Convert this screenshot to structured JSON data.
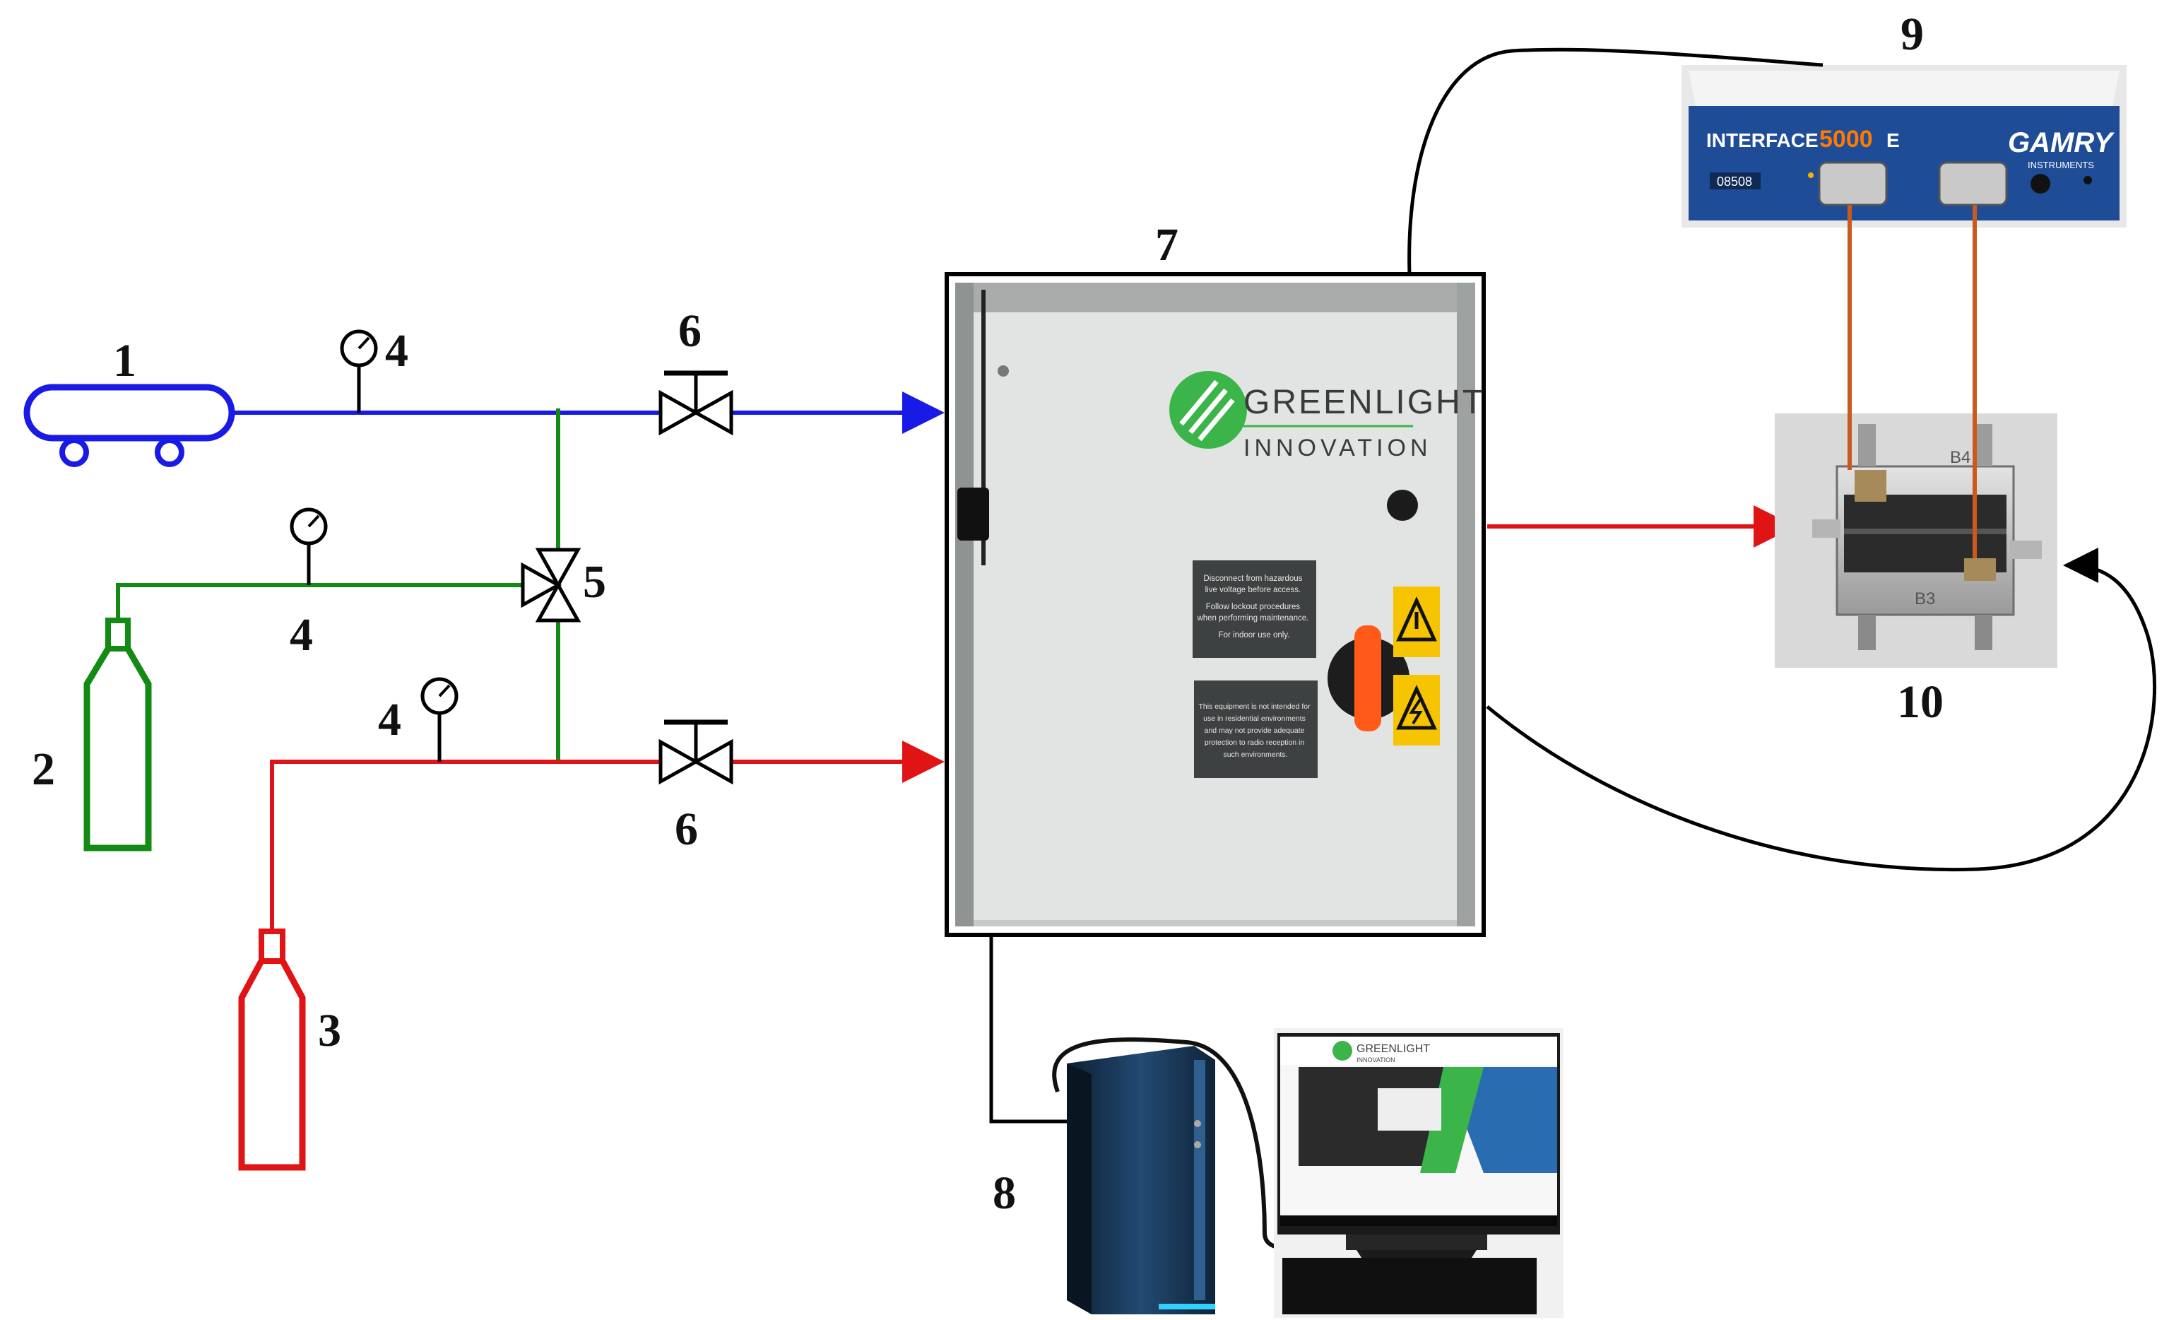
{
  "labels": {
    "n1": "1",
    "n2": "2",
    "n3": "3",
    "n4a": "4",
    "n4b": "4",
    "n4c": "4",
    "n5": "5",
    "n6a": "6",
    "n6b": "6",
    "n7": "7",
    "n8": "8",
    "n9": "9",
    "n10": "10"
  },
  "test_station": {
    "logo_top": "GREENLIGHT",
    "logo_bottom": "INNOVATION",
    "notice_1": [
      "Disconnect from hazardous",
      "live voltage before access.",
      "Follow lockout procedures",
      "when performing maintenance.",
      "For indoor use only."
    ],
    "notice_2": [
      "This equipment is not intended for",
      "use in residential environments",
      "and may not provide adequate",
      "protection to radio reception in",
      "such environments."
    ]
  },
  "potentiostat": {
    "model_prefix": "INTERFACE",
    "model_number": "5000",
    "model_suffix": "E",
    "brand": "GAMRY",
    "brand_sub": "INSTRUMENTS",
    "serial": "08508"
  },
  "fuel_cell": {
    "mark_top": "B4",
    "mark_bottom": "B3"
  },
  "monitor": {
    "logo_top": "GREENLIGHT",
    "logo_bottom": "INNOVATION"
  },
  "colors": {
    "air_line": "#1a1ae6",
    "n2_line": "#138a13",
    "h2_line": "#e01414",
    "cable": "#000000",
    "lead": "#c85a1e",
    "logo_green": "#3bb54a"
  }
}
